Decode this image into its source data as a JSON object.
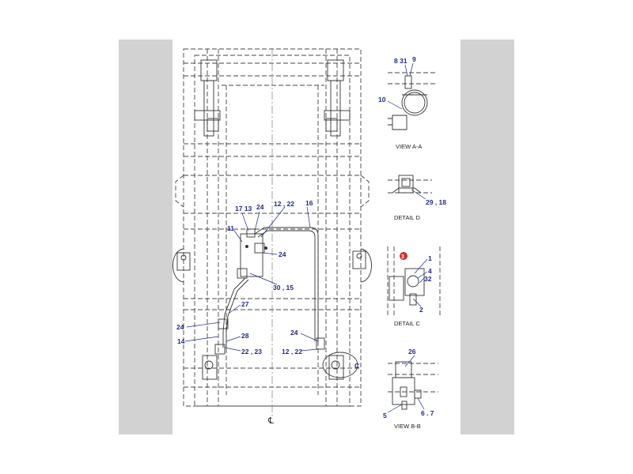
{
  "callouts": {
    "c8_31": "8 31",
    "c9": "9",
    "c10": "10",
    "c29_18": "29 , 18",
    "c17_13": "17 13",
    "c24a": "24",
    "c12_22a": "12 , 22",
    "c16": "16",
    "c11": "11",
    "c24b": "24",
    "c30_15": "30 , 15",
    "c27": "27",
    "c24c": "24",
    "c14": "14",
    "c28": "28",
    "c22_23": "22 , 23",
    "c24d": "24",
    "c12_22b": "12 , 22",
    "cC": "C",
    "c3": "3",
    "c1": "1",
    "c4": "4",
    "c32": "32",
    "c2": "2",
    "c26": "26",
    "c5": "5",
    "c6_7": "6 . 7"
  },
  "captions": {
    "view_aa": "VIEW A-A",
    "detail_d": "DETAIL D",
    "detail_c": "DETAIL C",
    "view_bb": "VIEW B-B"
  },
  "centerline": "℄",
  "colors": {
    "callout": "#1f2a8c",
    "marker": "#d42a2a",
    "frame": "#d2d2d2"
  }
}
